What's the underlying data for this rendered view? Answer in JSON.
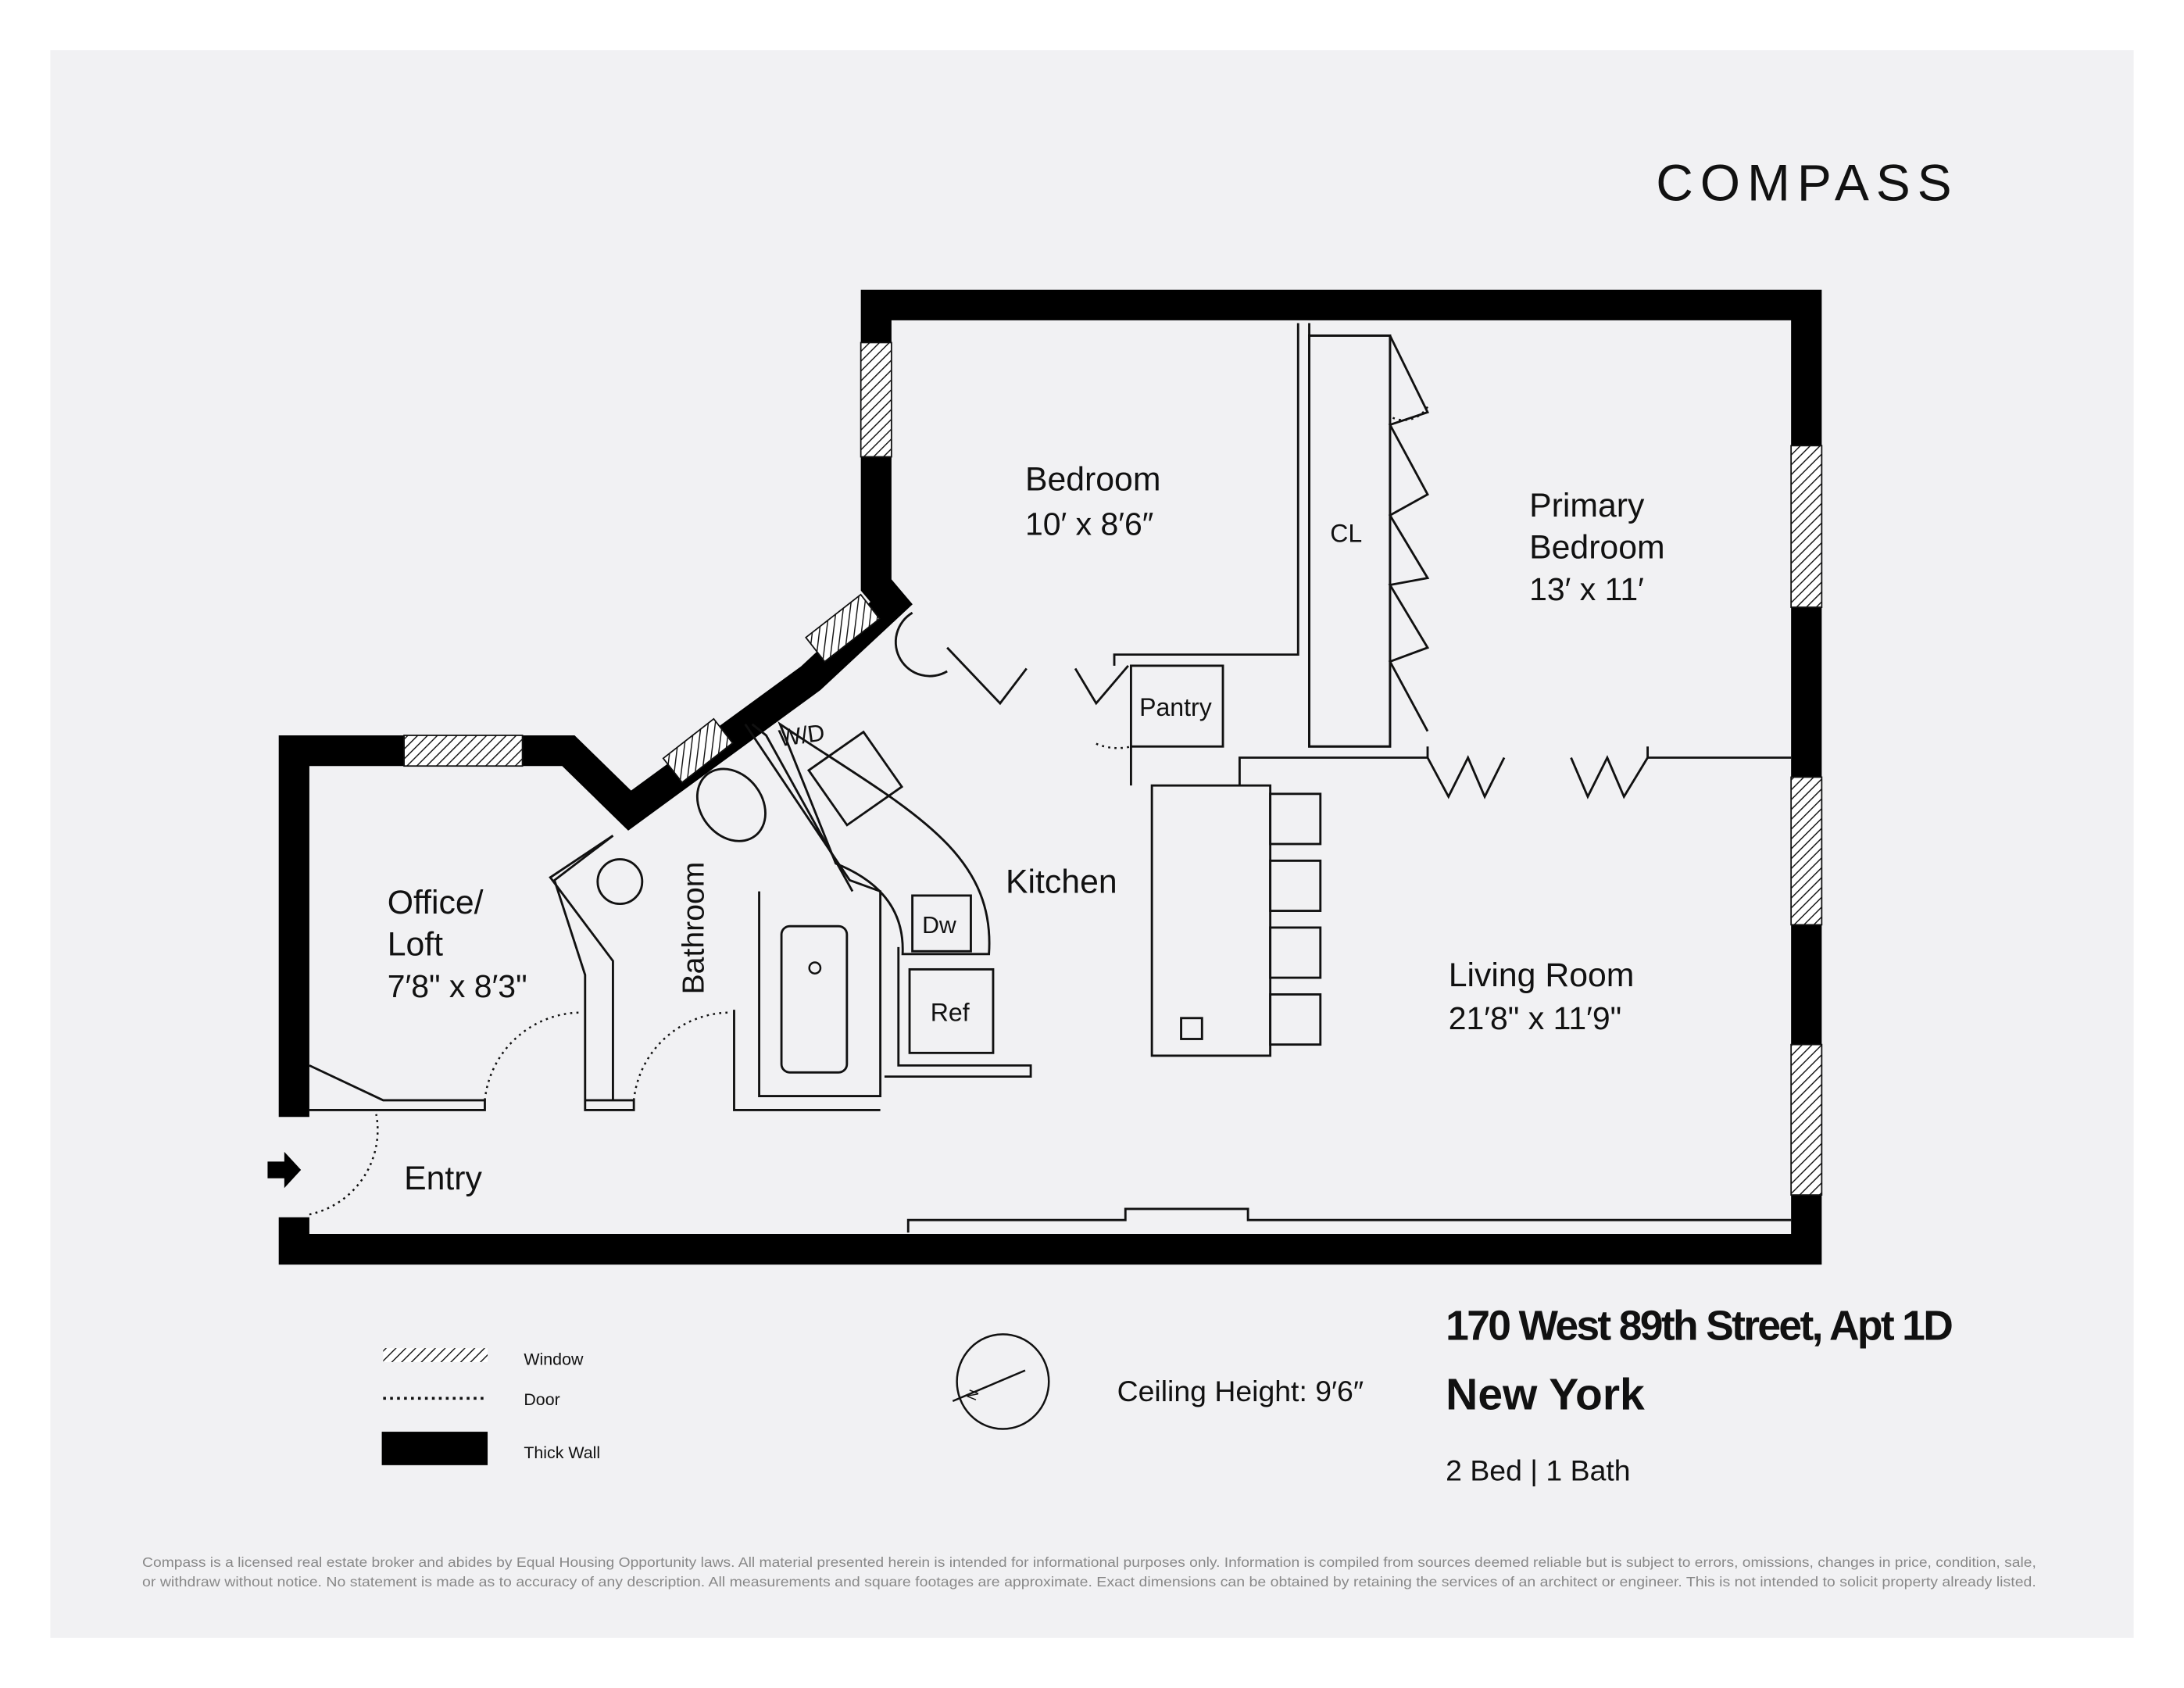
{
  "brand": {
    "logo_text": "COMPASS"
  },
  "rooms": {
    "bedroom": {
      "name": "Bedroom",
      "size": "10′ x 8′6″"
    },
    "primary": {
      "name_line1": "Primary",
      "name_line2": "Bedroom",
      "size": "13′ x 11′"
    },
    "closet": "CL",
    "pantry": "Pantry",
    "wd": "W/D",
    "kitchen": "Kitchen",
    "dw": "Dw",
    "ref": "Ref",
    "office": {
      "name_line1": "Office/",
      "name_line2": "Loft",
      "size": "7′8\" x 8′3\""
    },
    "bathroom": "Bathroom",
    "living": {
      "name": "Living Room",
      "size": "21′8\" x 11′9\""
    },
    "entry": "Entry"
  },
  "legend": {
    "window": "Window",
    "door": "Door",
    "thick_wall": "Thick Wall"
  },
  "compass_rose_letter": "N",
  "ceiling_height": "Ceiling Height: 9′6″",
  "listing": {
    "address": "170 West 89th Street, Apt 1D",
    "city": "New York",
    "beds_baths": "2 Bed | 1 Bath"
  },
  "disclaimer": {
    "line1": "Compass is a licensed real estate broker and abides by Equal Housing Opportunity laws. All material presented herein is intended for informational purposes only. Information is compiled from sources deemed reliable but is subject to errors, omissions, changes in price, condition, sale,",
    "line2": "or withdraw without notice. No statement is made as to accuracy of any description. All measurements and square footages are approximate. Exact dimensions can be obtained by retaining the services of an architect or engineer. This is not intended to solicit property already listed."
  },
  "colors": {
    "panel": "#f1f1f3",
    "wall": "#000000",
    "text": "#111111"
  }
}
